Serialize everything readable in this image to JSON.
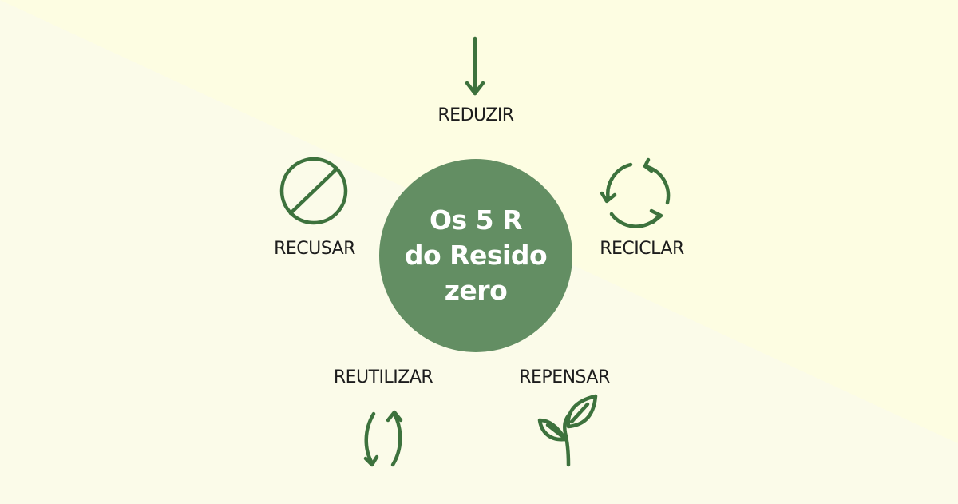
{
  "center": {
    "line1": "Os 5 R",
    "line2": "do Resido zero"
  },
  "items": [
    {
      "label": "REDUZIR",
      "icon": "down-arrow-icon"
    },
    {
      "label": "RECICLAR",
      "icon": "recycle-icon"
    },
    {
      "label": "REPENSAR",
      "icon": "sprout-icon"
    },
    {
      "label": "REUTILIZAR",
      "icon": "reuse-arrows-icon"
    },
    {
      "label": "RECUSAR",
      "icon": "prohibited-icon"
    }
  ],
  "colors": {
    "background": "#fbfbe9",
    "background_light": "#fdfde2",
    "accent_circle": "#638e63",
    "icon_green": "#3d723d",
    "label_text": "#1d1d1d"
  }
}
